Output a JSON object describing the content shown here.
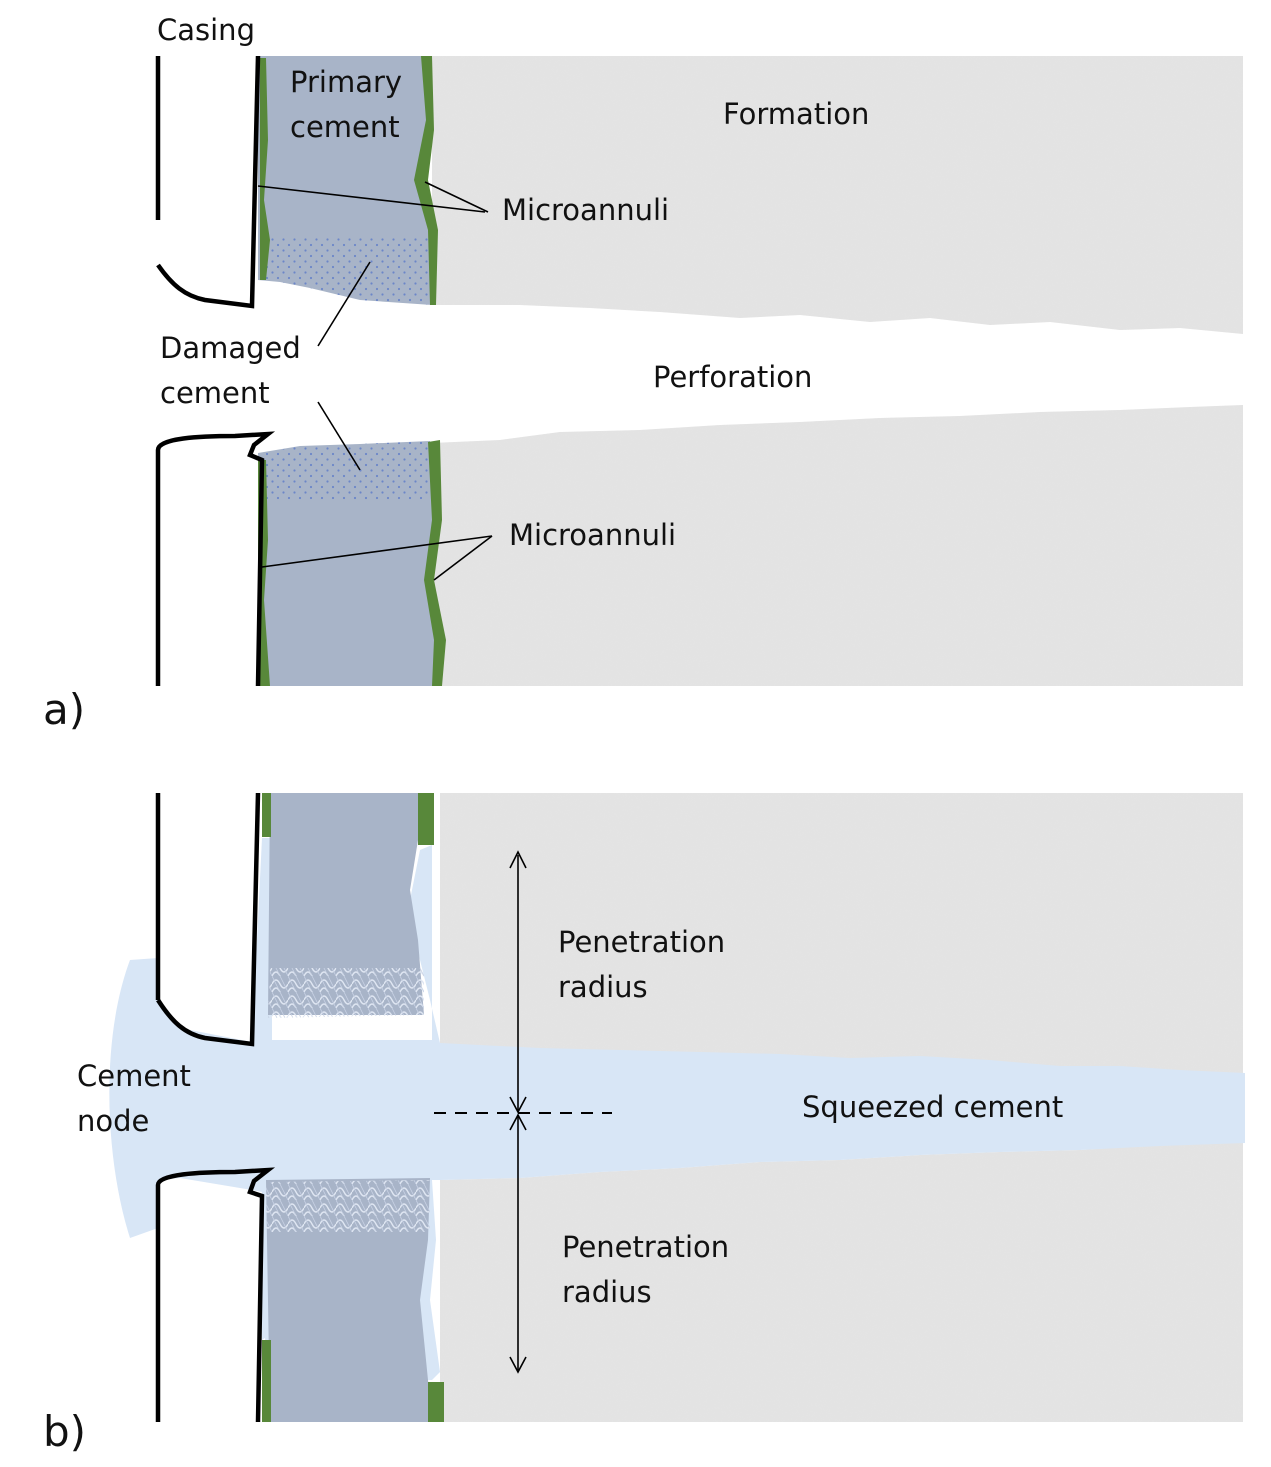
{
  "labels": {
    "casing": "Casing",
    "primary_cement_1": "Primary",
    "primary_cement_2": "cement",
    "formation": "Formation",
    "microannuli_top": "Microannuli",
    "damaged_cement_1": "Damaged",
    "damaged_cement_2": "cement",
    "perforation": "Perforation",
    "microannuli_bottom": "Microannuli",
    "cement_node_1": "Cement",
    "cement_node_2": "node",
    "squeezed_cement": "Squeezed cement",
    "penetration_upper_1": "Penetration",
    "penetration_upper_2": "radius",
    "penetration_lower_1": "Penetration",
    "penetration_lower_2": "radius"
  },
  "panels": {
    "a": "a)",
    "b": "b)"
  },
  "colors": {
    "formation": "#e3e3e3",
    "primary_cement": "#a8b4c8",
    "microannulus": "#58883a",
    "squeezed_cement": "#d8e6f6",
    "casing_line": "#000000",
    "background": "#ffffff"
  }
}
